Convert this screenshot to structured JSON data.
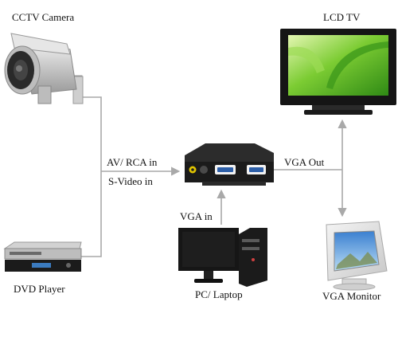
{
  "labels": {
    "cctv": "CCTV Camera",
    "lcd_tv": "LCD TV",
    "dvd": "DVD Player",
    "pc": "PC/ Laptop",
    "vga_monitor": "VGA Monitor",
    "av_rca_in": "AV/ RCA  in",
    "s_video_in": "S-Video  in",
    "vga_in": "VGA in",
    "vga_out": "VGA Out"
  },
  "icons": {
    "camera": "cctv-camera-icon",
    "tv": "lcd-tv-icon",
    "dvd": "dvd-player-icon",
    "converter": "converter-box-icon",
    "pc": "desktop-pc-icon",
    "monitor": "crt-monitor-icon"
  },
  "colors": {
    "wire": "#a9a9a9",
    "screen_green": "#5fbf2a",
    "device_dark": "#1b1b1b"
  }
}
